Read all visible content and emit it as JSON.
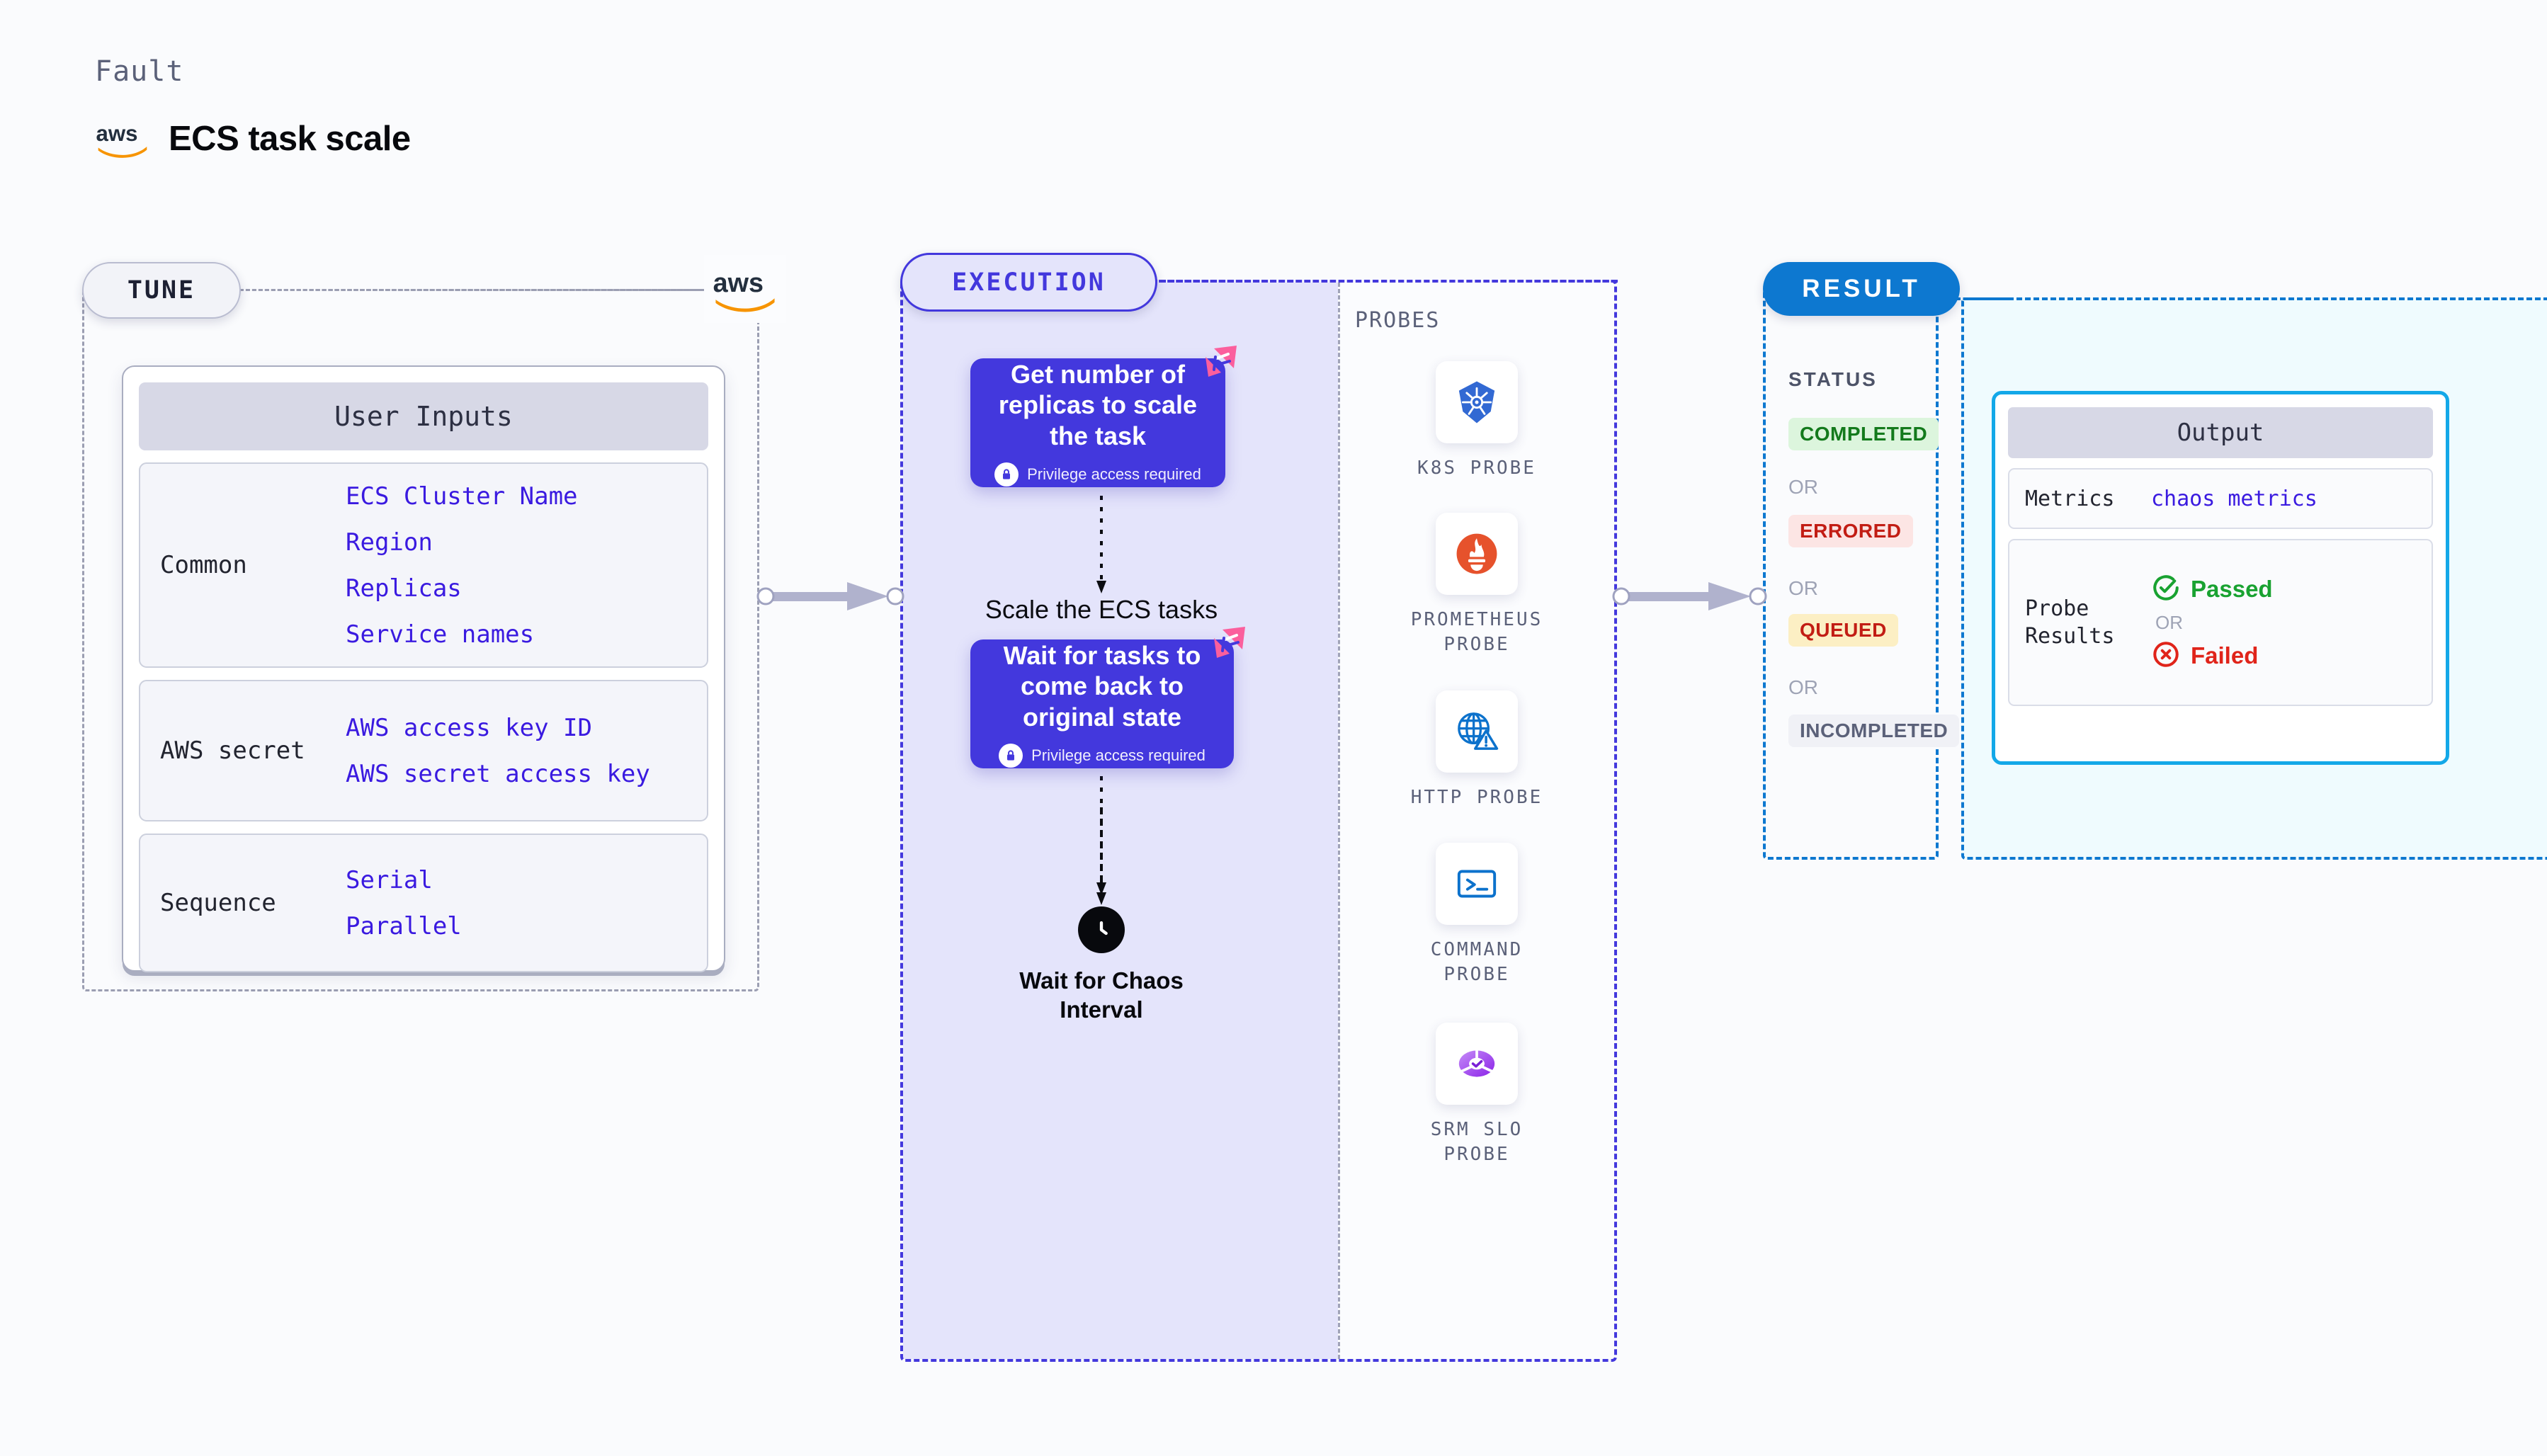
{
  "header": {
    "kicker": "Fault",
    "title": "ECS task scale",
    "logo_icon": "aws-logo"
  },
  "tune": {
    "pill_label": "TUNE",
    "provider_icon": "aws-logo",
    "card_title": "User Inputs",
    "groups": [
      {
        "label": "Common",
        "values": [
          "ECS Cluster Name",
          "Region",
          "Replicas",
          "Service names"
        ]
      },
      {
        "label": "AWS secret",
        "values": [
          "AWS access key ID",
          "AWS secret access key"
        ]
      },
      {
        "label": "Sequence",
        "values": [
          "Serial",
          "Parallel"
        ]
      }
    ]
  },
  "execution": {
    "pill_label": "EXECUTION",
    "steps": [
      {
        "type": "card",
        "title": "Get number of replicas to scale the task",
        "privilege": "Privilege access required",
        "badge_icon": "chaos-ribbon-icon",
        "lock_icon": "lock-icon"
      },
      {
        "type": "text",
        "title": "Scale the ECS tasks"
      },
      {
        "type": "card",
        "title": "Wait for tasks to come back to original state",
        "privilege": "Privilege access required",
        "badge_icon": "chaos-ribbon-icon",
        "lock_icon": "lock-icon"
      },
      {
        "type": "clock",
        "title": "Wait for Chaos Interval",
        "icon": "clock-icon"
      }
    ],
    "probes_title": "PROBES",
    "probes": [
      {
        "label": "K8S PROBE",
        "icon": "kubernetes-icon"
      },
      {
        "label": "PROMETHEUS PROBE",
        "icon": "prometheus-icon"
      },
      {
        "label": "HTTP PROBE",
        "icon": "http-globe-warning-icon"
      },
      {
        "label": "COMMAND PROBE",
        "icon": "terminal-icon"
      },
      {
        "label": "SRM SLO PROBE",
        "icon": "srm-slo-donut-icon"
      }
    ]
  },
  "result": {
    "pill_label": "RESULT",
    "status_title": "STATUS",
    "or_label": "OR",
    "statuses": [
      {
        "label": "COMPLETED",
        "bg": "#dcf5dd",
        "color": "#137a1c"
      },
      {
        "label": "ERRORED",
        "bg": "#fce5e4",
        "color": "#c21d14"
      },
      {
        "label": "QUEUED",
        "bg": "#fcefc4",
        "color": "#c21d14"
      },
      {
        "label": "INCOMPLETED",
        "bg": "#f0f1f6",
        "color": "#5b6179"
      }
    ],
    "output": {
      "title": "Output",
      "metrics_label": "Metrics",
      "metrics_value": "chaos metrics",
      "probe_label": "Probe Results",
      "passed_label": "Passed",
      "failed_label": "Failed",
      "or_label": "OR",
      "passed_icon": "check-circle-icon",
      "failed_icon": "x-circle-icon"
    }
  },
  "colors": {
    "execution_purple": "#4338dd",
    "execution_fill": "#e4e4fb",
    "result_blue": "#0d78d0",
    "result_fill": "#effbfe",
    "output_border": "#13a8e8",
    "link_indigo": "#3a1ae0",
    "ribbon_pink": "#fb5f9d",
    "aws_orange": "#f79400"
  }
}
